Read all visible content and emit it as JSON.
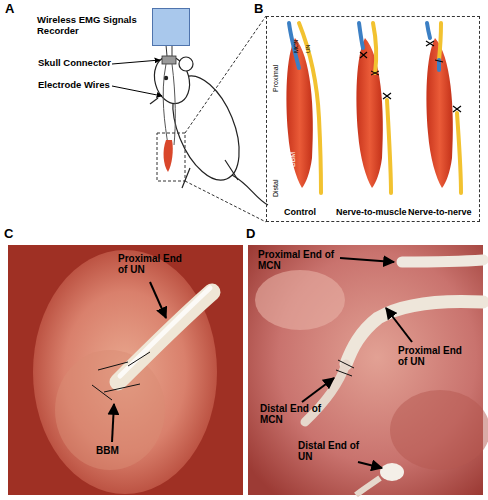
{
  "diagram": {
    "nodes": [
      {
        "text": [
          "Wireless EMG Signals Recorder"
        ]
      },
      {
        "text": [
          "B",
          "Proximal",
          "Distal",
          "MCN",
          "UN",
          "BBM",
          "Control",
          "Nerve-to-muscle",
          "Nerve-to-nerve"
        ]
      },
      {
        "text": [
          "C",
          "Proximal End of UN",
          "BBM"
        ]
      },
      {
        "text": [
          "D",
          "Proximal End of MCN",
          "Proximal End of UN",
          "Distal End of MCN",
          "Distal End of UN"
        ]
      }
    ],
    "labels": [
      "A",
      "Skull Connector",
      "Electrode Wires"
    ]
  }
}
